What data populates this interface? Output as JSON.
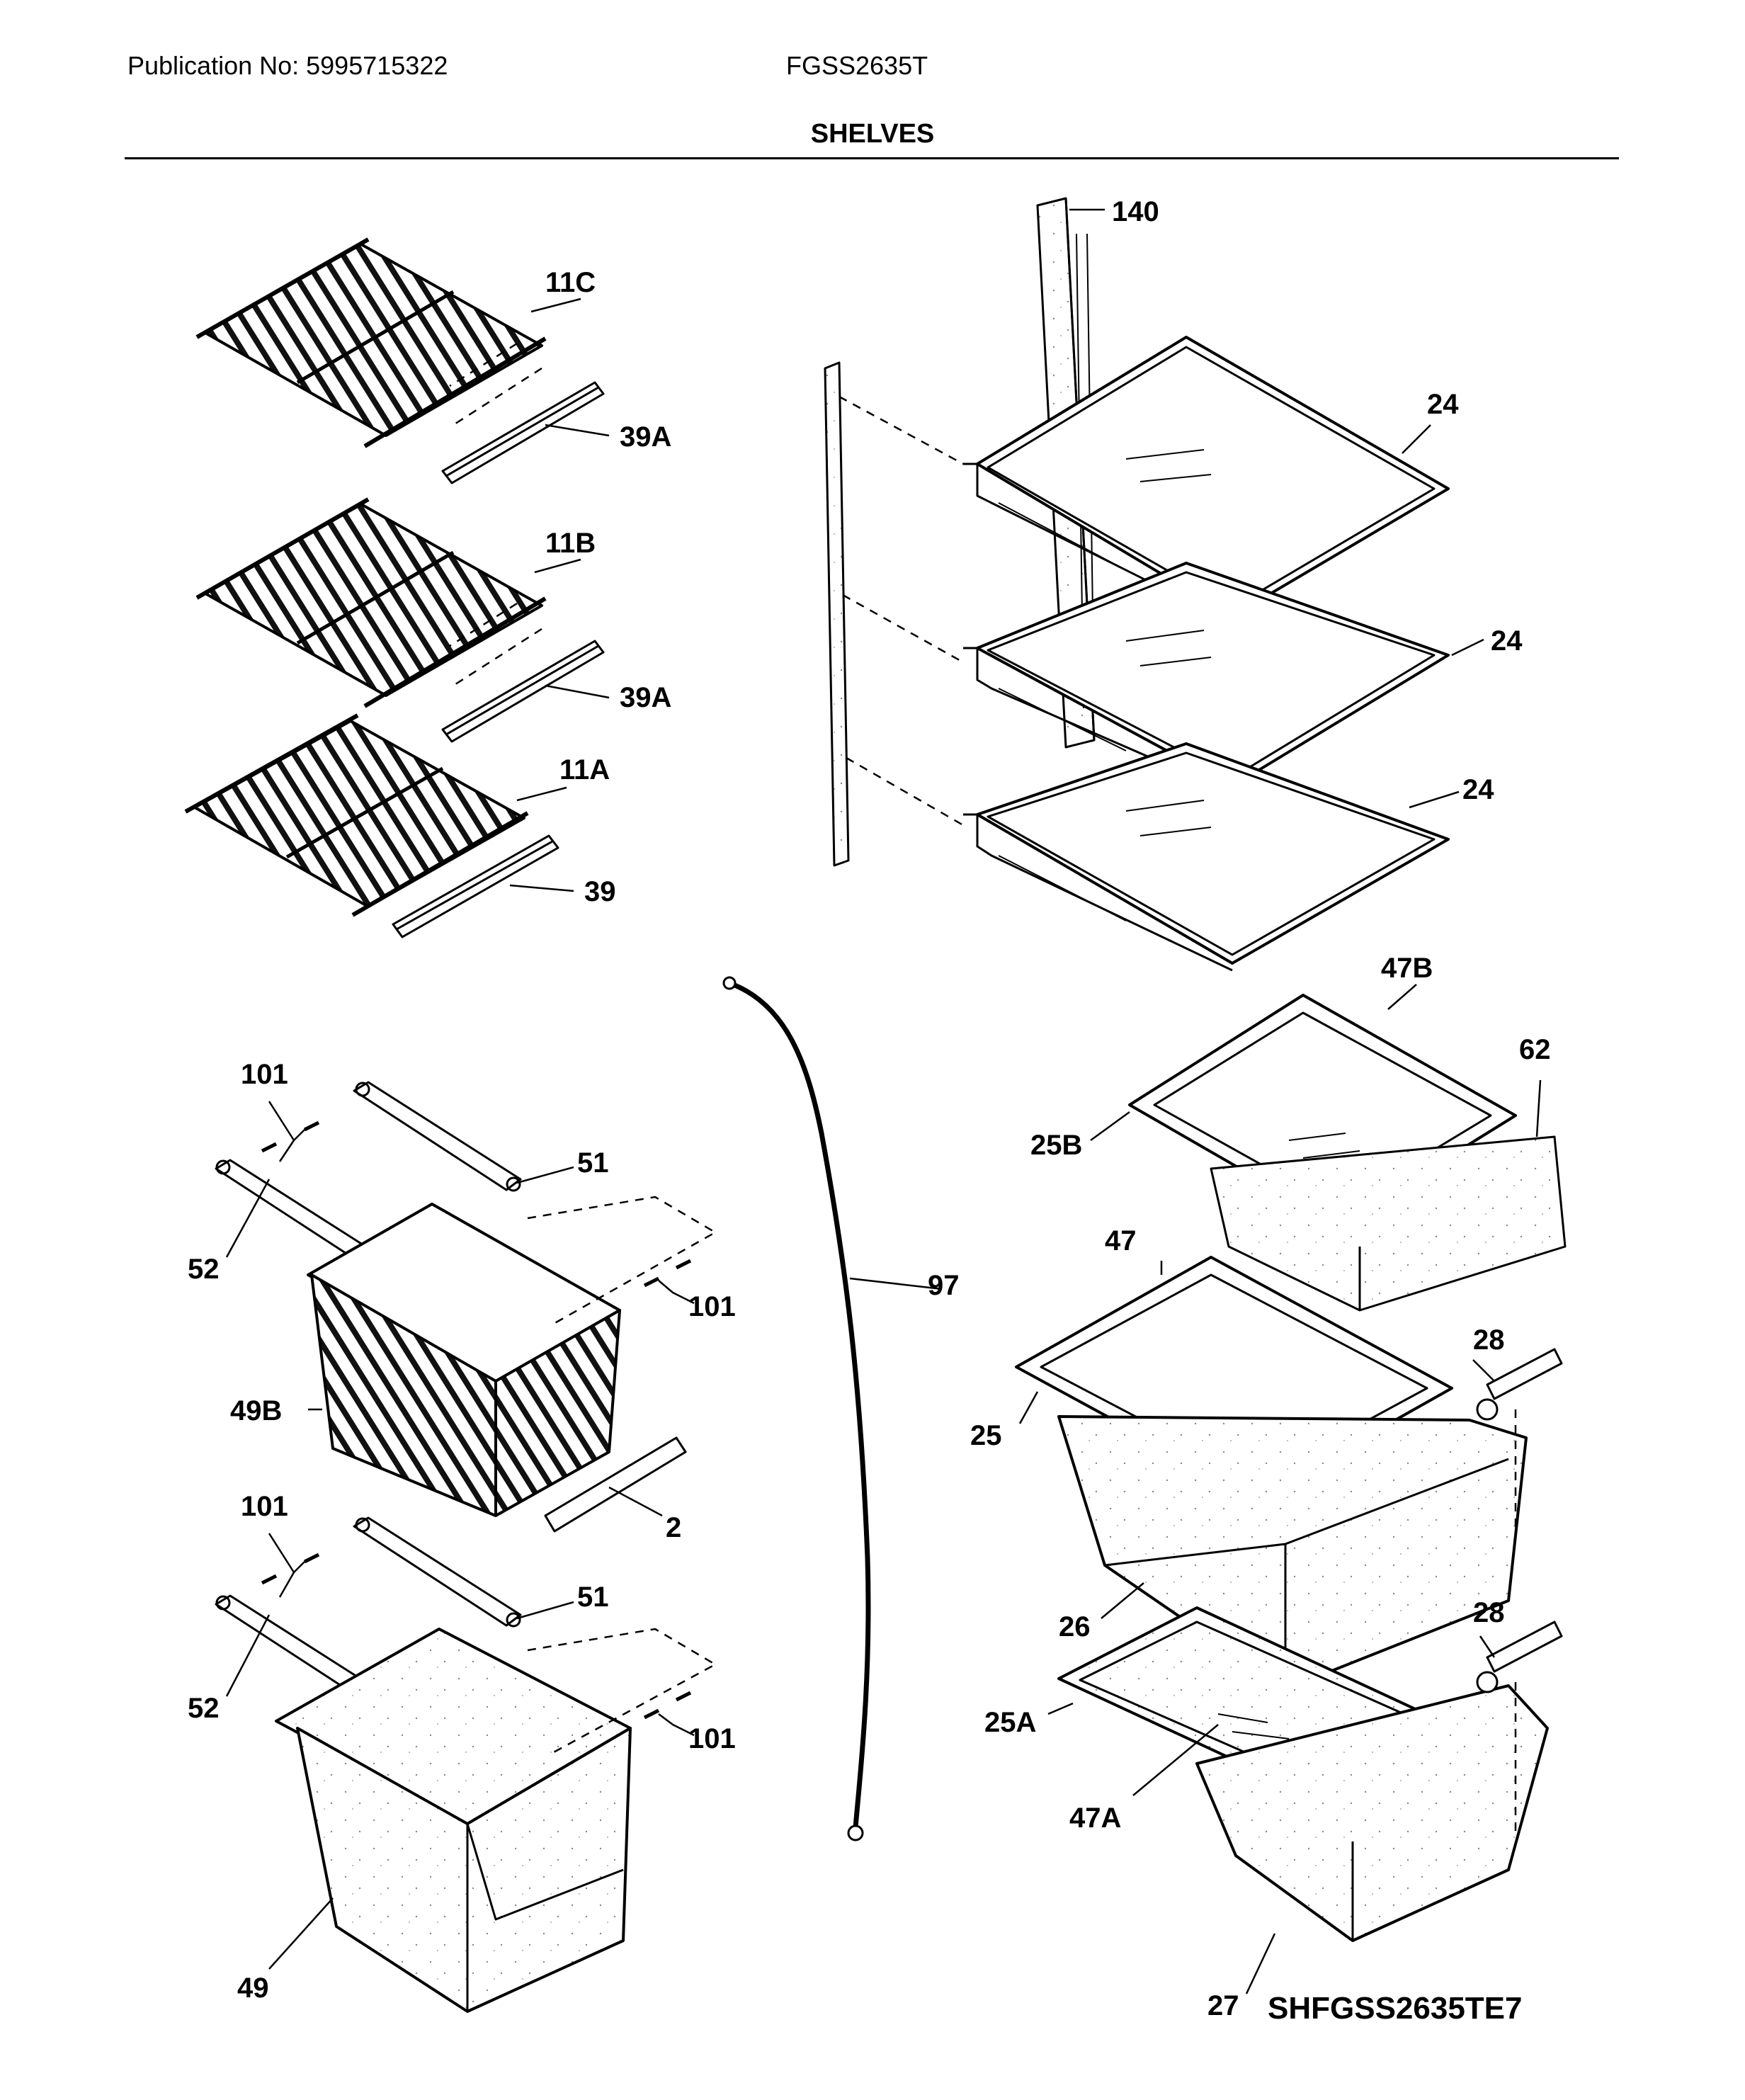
{
  "header": {
    "publication": "Publication No: 5995715322",
    "model": "FGSS2635T",
    "title": "SHELVES"
  },
  "callouts": {
    "c140": "140",
    "c11C": "11C",
    "c39A_1": "39A",
    "c11B": "11B",
    "c39A_2": "39A",
    "c11A": "11A",
    "c39": "39",
    "c24_1": "24",
    "c24_2": "24",
    "c24_3": "24",
    "c47B": "47B",
    "c62": "62",
    "c25B": "25B",
    "c101_1": "101",
    "c51_1": "51",
    "c52_1": "52",
    "c101_2": "101",
    "c97": "97",
    "c47": "47",
    "c28_1": "28",
    "c49B": "49B",
    "c25": "25",
    "c2": "2",
    "c101_3": "101",
    "c51_2": "51",
    "c26": "26",
    "c28_2": "28",
    "c52_2": "52",
    "c101_4": "101",
    "c25A": "25A",
    "c47A": "47A",
    "c49": "49",
    "c27": "27"
  },
  "diagram_code": "SHFGSS2635TE7"
}
